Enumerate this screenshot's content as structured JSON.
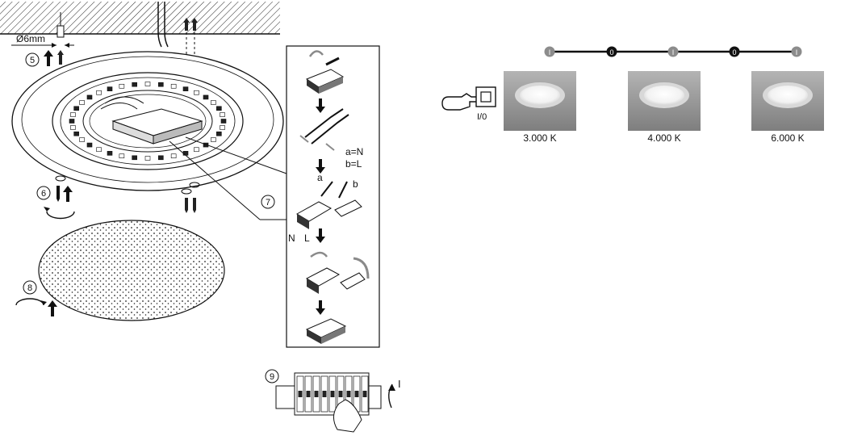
{
  "diagram": {
    "drill": {
      "diameter_label": "Ø6mm"
    },
    "steps": [
      "5",
      "6",
      "7",
      "8",
      "9"
    ],
    "wiring": {
      "legend_a": "a=N",
      "legend_b": "b=L",
      "wire_a": "a",
      "wire_b": "b",
      "terminal_n": "N",
      "terminal_l": "L"
    },
    "breaker": {
      "on_symbol": "I"
    },
    "switch": {
      "label": "I/0"
    },
    "sequence": {
      "states": [
        "I",
        "0",
        "I",
        "0",
        "I"
      ]
    },
    "photos": [
      {
        "label": "3.000 K"
      },
      {
        "label": "4.000 K"
      },
      {
        "label": "6.000 K"
      }
    ],
    "colors": {
      "line": "#111111",
      "photo_bg": "#9a9a9a",
      "arrow_gray": "#8a8a8a"
    }
  }
}
